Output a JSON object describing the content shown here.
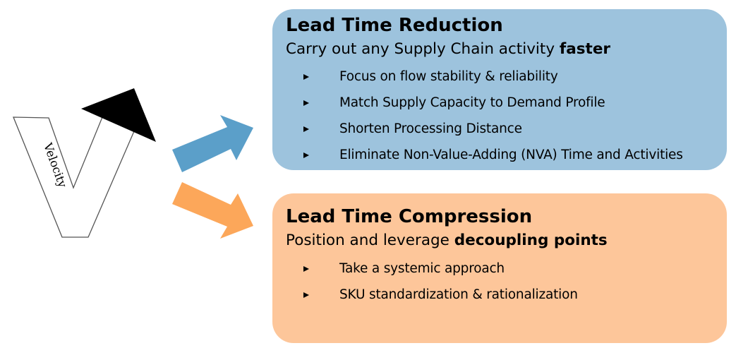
{
  "logo": {
    "letter_label": "Velocity"
  },
  "reduction": {
    "title": "Lead Time Reduction",
    "subtitle_prefix": "Carry out any Supply Chain activity ",
    "subtitle_emphasis": "faster",
    "items": [
      "Focus on flow stability & reliability",
      "Match Supply Capacity to Demand Profile",
      "Shorten Processing Distance",
      "Eliminate Non-Value-Adding (NVA) Time and Activities"
    ]
  },
  "compression": {
    "title": "Lead Time Compression",
    "subtitle_prefix": "Position and leverage ",
    "subtitle_emphasis": "decoupling points",
    "items": [
      "Take a systemic approach",
      "SKU standardization & rationalization"
    ]
  },
  "colors": {
    "reduction_box": "#9dc3dd",
    "reduction_arrow": "#5b9fc9",
    "compression_box": "#fdc69a",
    "compression_arrow": "#fca75a"
  }
}
